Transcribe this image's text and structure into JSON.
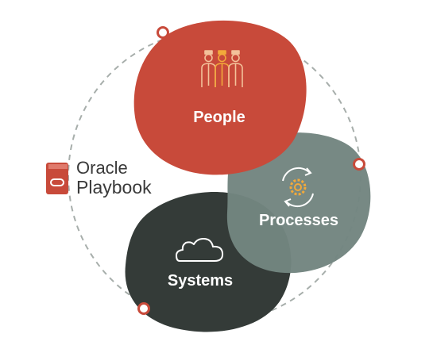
{
  "diagram": {
    "blobs": [
      {
        "id": "people",
        "label": "People",
        "color": "#c84a3a",
        "icon": "people-icon"
      },
      {
        "id": "processes",
        "label": "Processes",
        "color": "#738580",
        "icon": "gear-cycle-icon"
      },
      {
        "id": "systems",
        "label": "Systems",
        "color": "#343b38",
        "icon": "cloud-icon"
      }
    ],
    "orbit_color": "#a7aeab",
    "node_color": "#c84a3a"
  },
  "logo": {
    "line1": "Oracle",
    "line2": "Playbook",
    "color": "#c84a3a",
    "icon": "book-icon"
  }
}
